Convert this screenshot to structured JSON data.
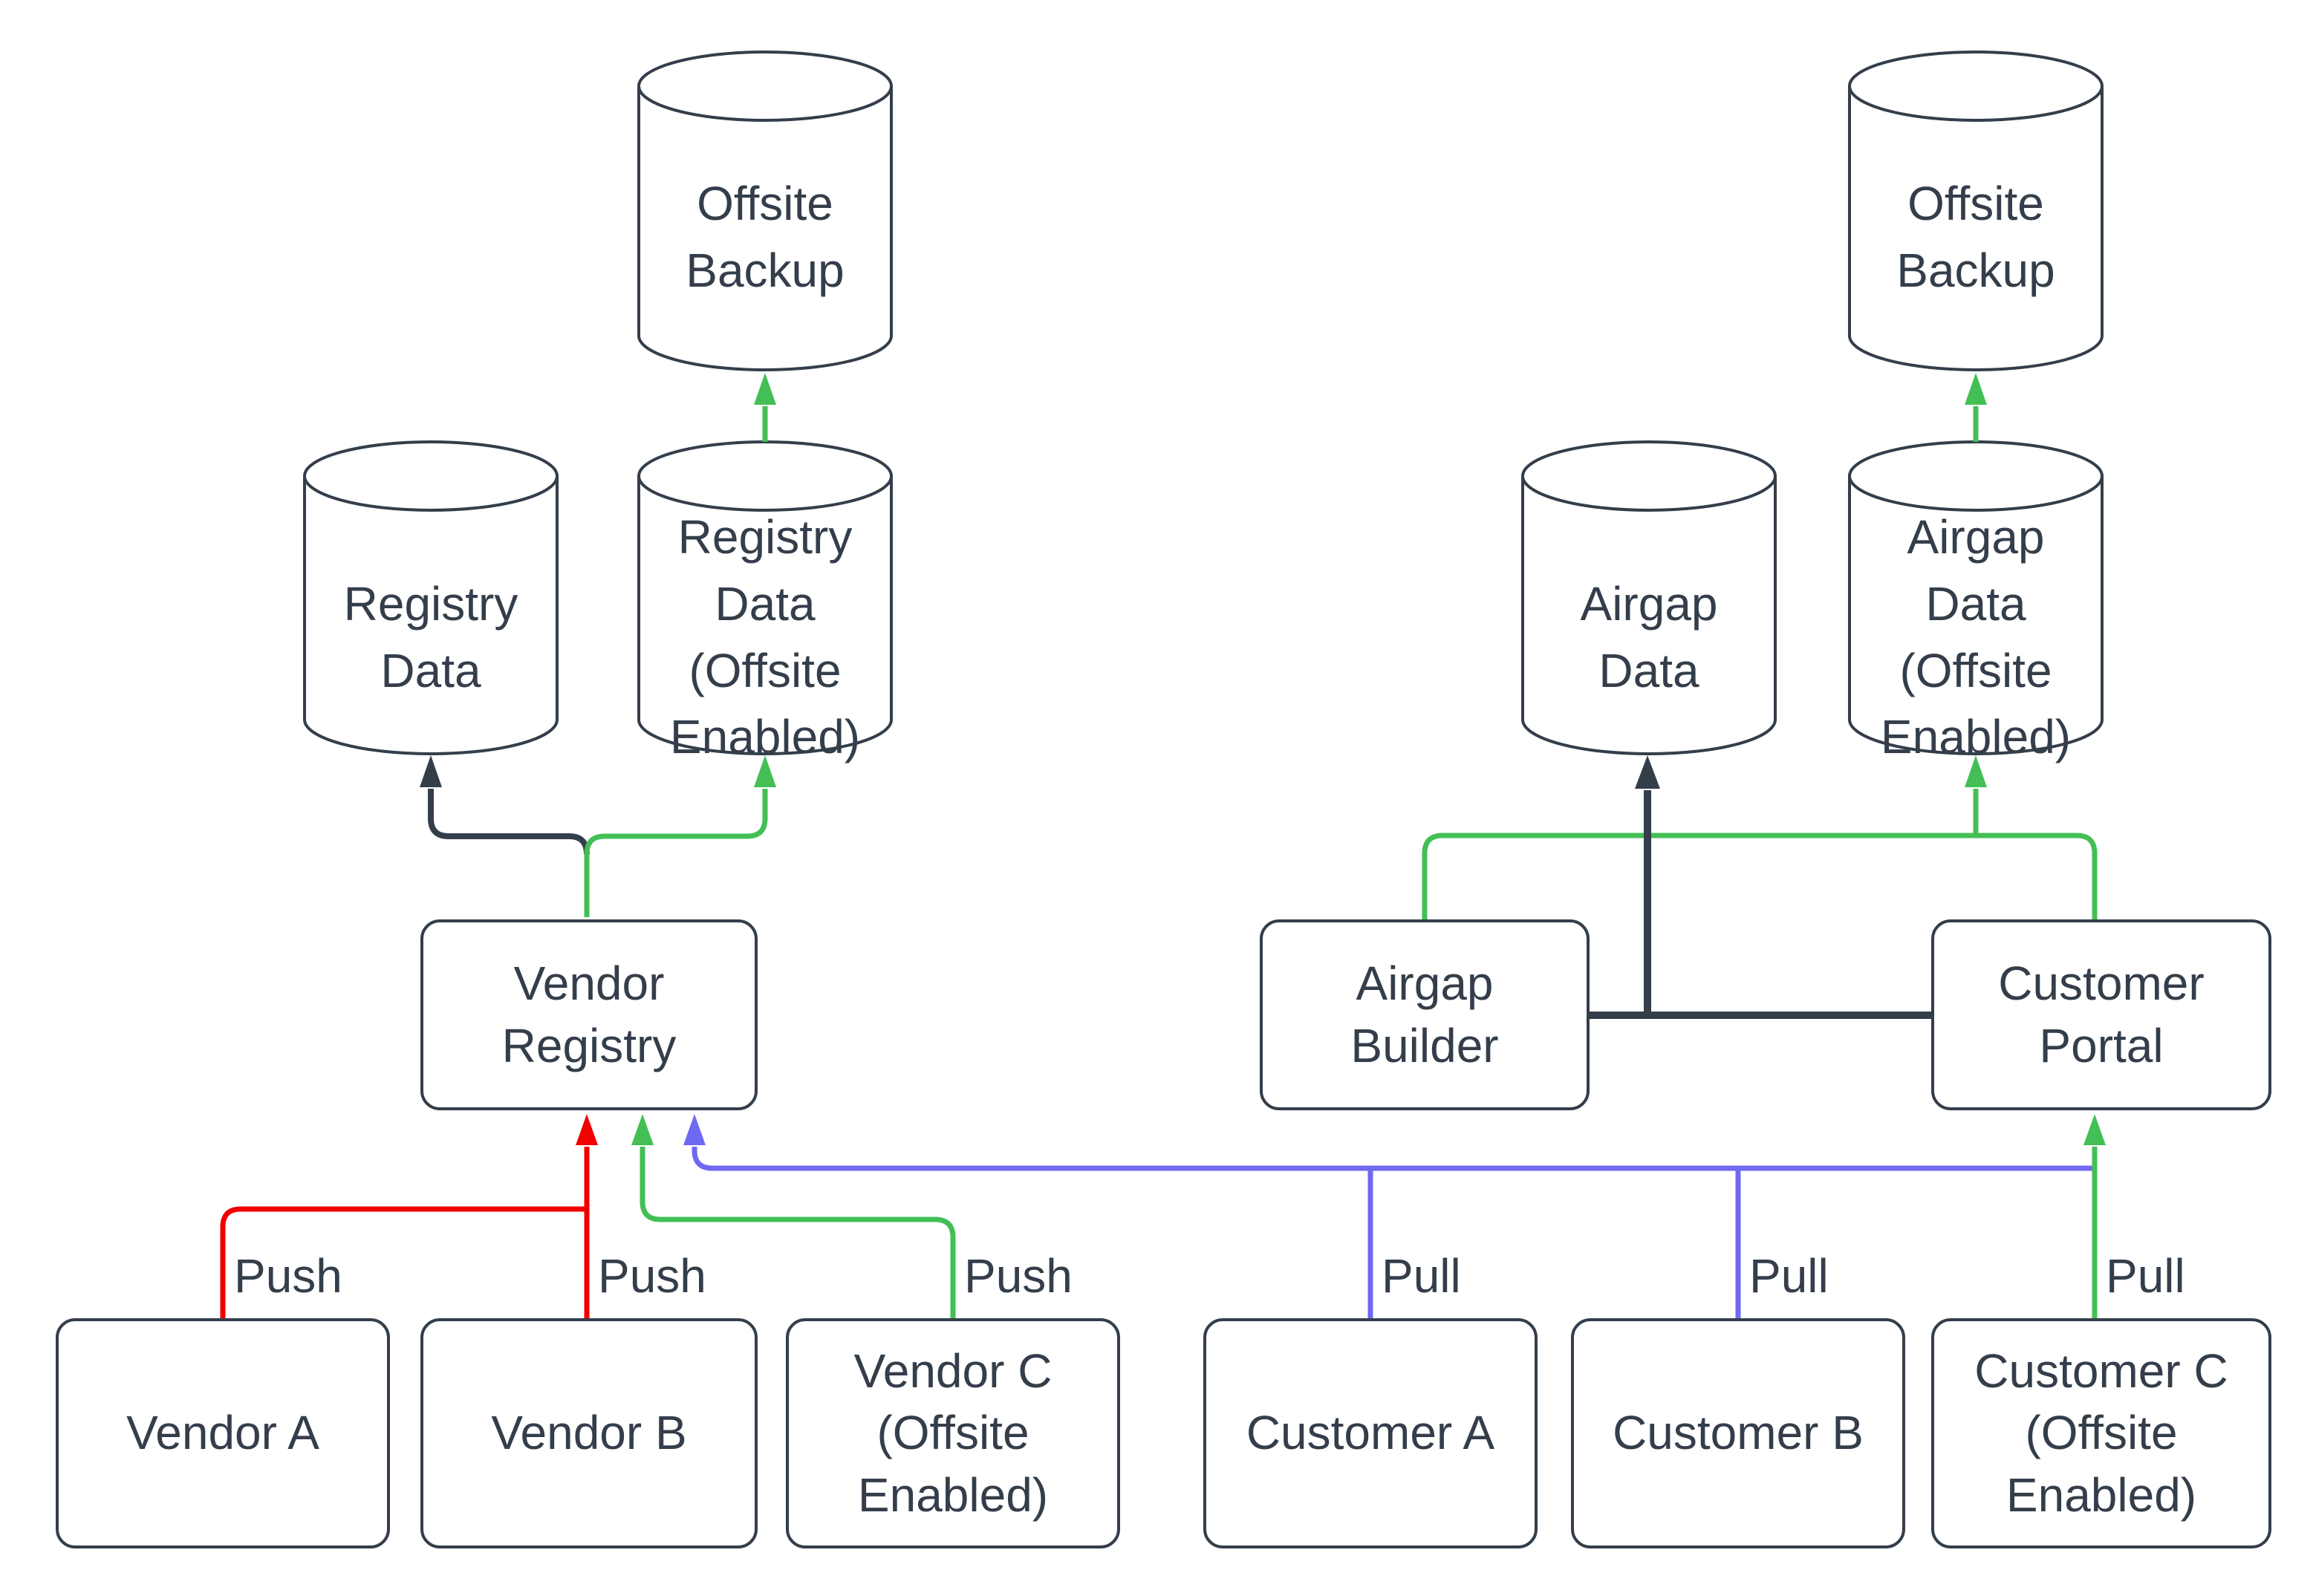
{
  "diagram": {
    "title": "",
    "palette": {
      "stroke_dark": "#343E4B",
      "flow_green": "#43BF55",
      "flow_red": "#F20000",
      "flow_blue": "#6F68F2",
      "background": "#FFFFFF"
    },
    "nodes": {
      "offsite_backup_left": {
        "shape": "cylinder",
        "label": "Offsite\nBackup"
      },
      "registry_data": {
        "shape": "cylinder",
        "label": "Registry\nData"
      },
      "registry_data_offsite": {
        "shape": "cylinder",
        "label": "Registry\nData\n(Offsite\nEnabled)"
      },
      "vendor_registry": {
        "shape": "box",
        "label": "Vendor\nRegistry"
      },
      "vendor_a": {
        "shape": "box",
        "label": "Vendor A"
      },
      "vendor_b": {
        "shape": "box",
        "label": "Vendor B"
      },
      "vendor_c": {
        "shape": "box",
        "label": "Vendor C\n(Offsite\nEnabled)"
      },
      "offsite_backup_right": {
        "shape": "cylinder",
        "label": "Offsite\nBackup"
      },
      "airgap_data": {
        "shape": "cylinder",
        "label": "Airgap\nData"
      },
      "airgap_data_offsite": {
        "shape": "cylinder",
        "label": "Airgap\nData\n(Offsite\nEnabled)"
      },
      "airgap_builder": {
        "shape": "box",
        "label": "Airgap\nBuilder"
      },
      "customer_portal": {
        "shape": "box",
        "label": "Customer\nPortal"
      },
      "customer_a": {
        "shape": "box",
        "label": "Customer A"
      },
      "customer_b": {
        "shape": "box",
        "label": "Customer B"
      },
      "customer_c": {
        "shape": "box",
        "label": "Customer C\n(Offsite\nEnabled)"
      }
    },
    "edges": [
      {
        "id": "vendor-a-push",
        "from": "Vendor A",
        "to": "Vendor Registry",
        "label": "Push",
        "color": "#F20000"
      },
      {
        "id": "vendor-b-push",
        "from": "Vendor B",
        "to": "Vendor Registry",
        "label": "Push",
        "color": "#F20000"
      },
      {
        "id": "vendor-c-push",
        "from": "Vendor C (Offsite Enabled)",
        "to": "Vendor Registry",
        "label": "Push",
        "color": "#43BF55"
      },
      {
        "id": "registry-write",
        "from": "Vendor Registry",
        "to": "Registry Data",
        "label": "",
        "color": "#343E4B"
      },
      {
        "id": "registry-write-offsite",
        "from": "Vendor Registry",
        "to": "Registry Data (Offsite Enabled)",
        "label": "",
        "color": "#43BF55"
      },
      {
        "id": "registry-offsite-backup",
        "from": "Registry Data (Offsite Enabled)",
        "to": "Offsite Backup",
        "label": "",
        "color": "#43BF55"
      },
      {
        "id": "customer-a-pull",
        "from": "Customer A",
        "to": "Vendor Registry",
        "label": "Pull",
        "color": "#6F68F2"
      },
      {
        "id": "customer-b-pull",
        "from": "Customer B",
        "to": "Vendor Registry",
        "label": "Pull",
        "color": "#6F68F2"
      },
      {
        "id": "customer-c-pull",
        "from": "Customer C (Offsite Enabled)",
        "to": "Customer Portal",
        "label": "Pull",
        "color": "#43BF55"
      },
      {
        "id": "builder-portal-airgap",
        "from": "Airgap Builder / Customer Portal",
        "to": "Airgap Data",
        "label": "",
        "color": "#343E4B"
      },
      {
        "id": "portal-airgap-offsite",
        "from": "Customer Portal",
        "to": "Airgap Data (Offsite Enabled)",
        "label": "",
        "color": "#43BF55"
      },
      {
        "id": "portal-builder-link",
        "from": "Customer Portal",
        "to": "Airgap Builder",
        "label": "",
        "color": "#43BF55"
      },
      {
        "id": "airgap-offsite-backup",
        "from": "Airgap Data (Offsite Enabled)",
        "to": "Offsite Backup",
        "label": "",
        "color": "#43BF55"
      }
    ]
  }
}
